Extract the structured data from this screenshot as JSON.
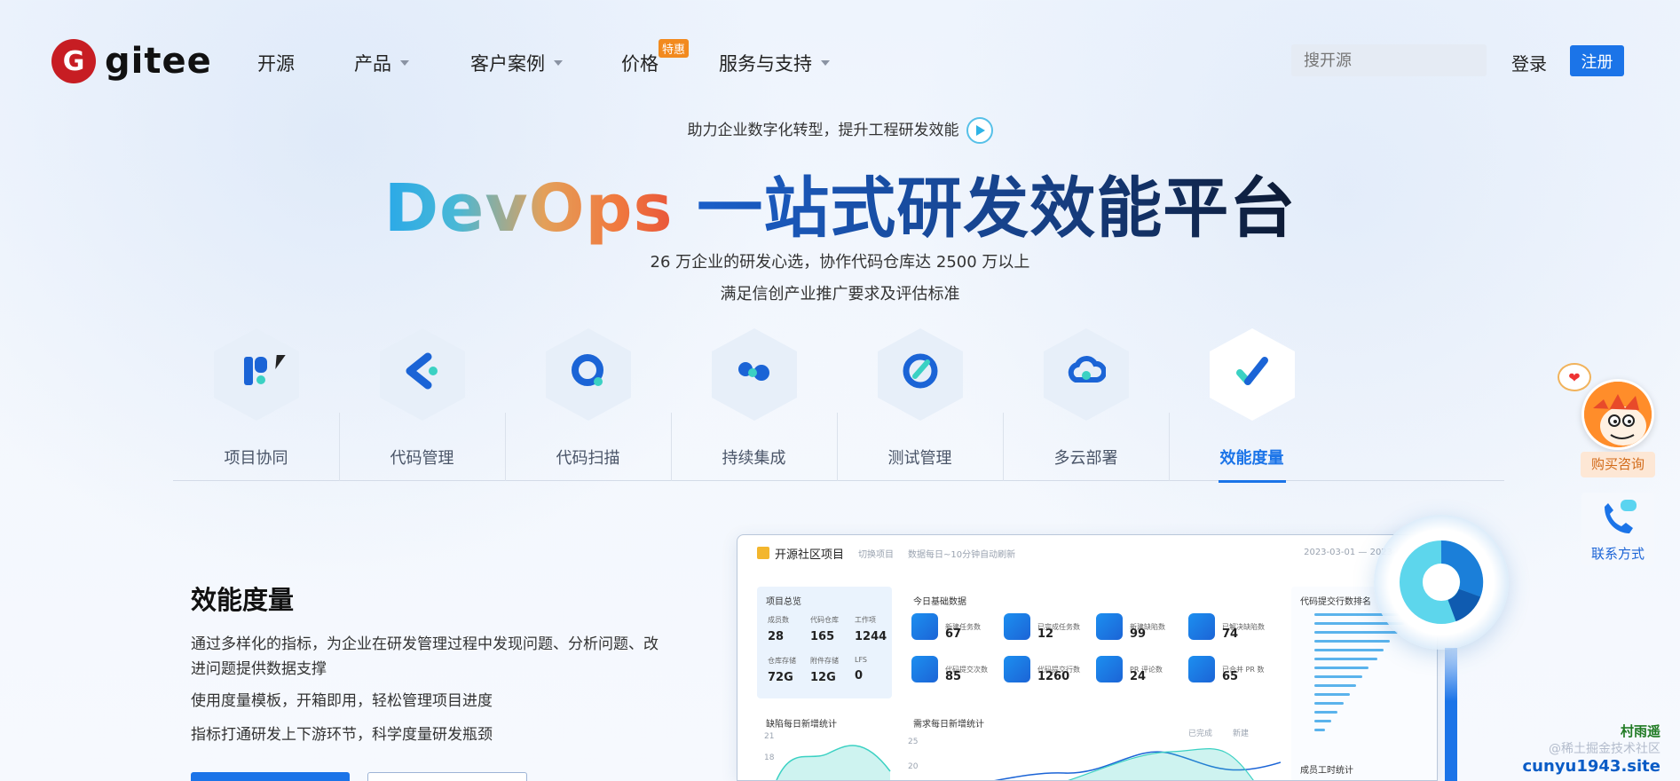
{
  "nav": {
    "brand": "gitee",
    "logo_letter": "G",
    "items": [
      {
        "label": "开源",
        "dropdown": false
      },
      {
        "label": "产品",
        "dropdown": true
      },
      {
        "label": "客户案例",
        "dropdown": true
      },
      {
        "label": "价格",
        "dropdown": false,
        "badge": "特惠"
      },
      {
        "label": "服务与支持",
        "dropdown": true
      }
    ],
    "search_placeholder": "搜开源",
    "login": "登录",
    "register": "注册"
  },
  "hero": {
    "tagline": "助力企业数字化转型，提升工程研发效能",
    "headline_devops": "DevOps",
    "headline_rest": "一站式研发效能平台",
    "sub1": "26 万企业的研发心选，协作代码仓库达 2500 万以上",
    "sub2": "满足信创产业推广要求及评估标准"
  },
  "tabs": [
    {
      "label": "项目协同",
      "icon": "project-icon"
    },
    {
      "label": "代码管理",
      "icon": "code-icon"
    },
    {
      "label": "代码扫描",
      "icon": "scan-icon"
    },
    {
      "label": "持续集成",
      "icon": "ci-icon"
    },
    {
      "label": "测试管理",
      "icon": "test-icon"
    },
    {
      "label": "多云部署",
      "icon": "cloud-icon"
    },
    {
      "label": "效能度量",
      "icon": "metrics-icon",
      "active": true
    }
  ],
  "feature": {
    "title": "效能度量",
    "p1": "通过多样化的指标，为企业在研发管理过程中发现问题、分析问题、改进问题提供数据支撑",
    "p2": "使用度量模板，开箱即用，轻松管理项目进度",
    "p3": "指标打通研发上下游环节，科学度量研发瓶颈"
  },
  "dashboard": {
    "project": "开源社区项目",
    "switch": "切换项目",
    "refresh": "数据每日~10分钟自动刷新",
    "date_from": "2023-03-01",
    "date_to": "2023-0",
    "overview_title": "项目总览",
    "overview": [
      {
        "k": "成员数",
        "v": "28"
      },
      {
        "k": "代码仓库",
        "v": "165"
      },
      {
        "k": "工作项",
        "v": "1244"
      },
      {
        "k": "仓库存储",
        "v": "72G"
      },
      {
        "k": "附件存储",
        "v": "12G"
      },
      {
        "k": "LFS",
        "v": "0"
      }
    ],
    "today_title": "今日基础数据",
    "metrics": [
      {
        "k": "新建任务数",
        "v": "67"
      },
      {
        "k": "已完成任务数",
        "v": "12"
      },
      {
        "k": "新建缺陷数",
        "v": "99"
      },
      {
        "k": "已解决缺陷数",
        "v": "74"
      },
      {
        "k": "代码提交次数",
        "v": "85"
      },
      {
        "k": "代码提交行数",
        "v": "1260"
      },
      {
        "k": "PR 评论数",
        "v": "24"
      },
      {
        "k": "已合并 PR 数",
        "v": "65"
      }
    ],
    "bug_chart_title": "缺陷每日新增统计",
    "req_chart_title": "需求每日新增统计",
    "legend_a": "已完成",
    "legend_b": "新建",
    "y_25": "25",
    "y_20": "20",
    "y_21": "21",
    "y_18": "18",
    "rank_title": "代码提交行数排名",
    "work_title": "成员工时统计",
    "rank_values": [
      0.92,
      0.86,
      0.8,
      0.72,
      0.66,
      0.6,
      0.52,
      0.46,
      0.4,
      0.34,
      0.28,
      0.22,
      0.16,
      0.1
    ]
  },
  "float": {
    "buy": "购买咨询",
    "contact": "联系方式",
    "heart": "❤"
  },
  "watermark": {
    "line1": "村雨遥",
    "line2": "cunyu1943.site",
    "faint": "@稀土掘金技术社区"
  },
  "colors": {
    "primary": "#1b74e8",
    "brand_red": "#c71d23",
    "badge_orange": "#f28a1e"
  }
}
